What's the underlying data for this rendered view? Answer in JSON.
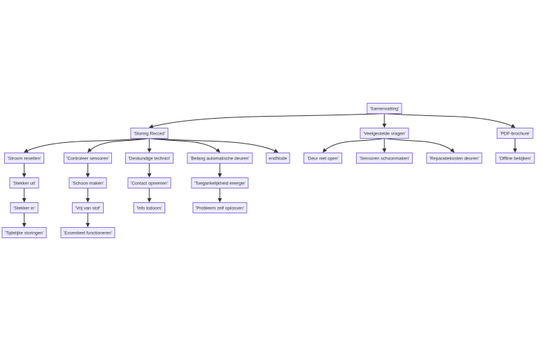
{
  "diagram": {
    "type": "flowchart-tree",
    "colors": {
      "node_fill": "#ececff",
      "node_border": "#9370db",
      "edge": "#333333",
      "text": "#333333"
    },
    "nodes": [
      {
        "id": "root",
        "label": "'Samenvatting'"
      },
      {
        "id": "storing",
        "label": "'Storing Record'"
      },
      {
        "id": "faq",
        "label": "'Veelgestelde vragen'"
      },
      {
        "id": "pdf",
        "label": "'PDF-brochure'"
      },
      {
        "id": "reset",
        "label": "'Stroom resetten'"
      },
      {
        "id": "sens",
        "label": "'Controleer sensoren'"
      },
      {
        "id": "tech",
        "label": "'Deskundige technici'"
      },
      {
        "id": "belang",
        "label": "'Belang automatische deuren'"
      },
      {
        "id": "end",
        "label": "endNode"
      },
      {
        "id": "deur",
        "label": "'Deur niet open'"
      },
      {
        "id": "schoon",
        "label": "'Sensoren schoonmaken'"
      },
      {
        "id": "rep",
        "label": "'Reparatiekosten deuren'"
      },
      {
        "id": "offline",
        "label": "'Offline bekijken'"
      },
      {
        "id": "uit",
        "label": "'Stekker uit'"
      },
      {
        "id": "maken",
        "label": "'Schoon maken'"
      },
      {
        "id": "contact",
        "label": "'Contact opnemen'"
      },
      {
        "id": "toeg",
        "label": "'Toegankelijkheid energie'"
      },
      {
        "id": "in",
        "label": "'Stekker in'"
      },
      {
        "id": "stof",
        "label": "'Vrij van stof'"
      },
      {
        "id": "info",
        "label": "'Info todoors'"
      },
      {
        "id": "prob",
        "label": "'Probleem zelf oplossen'"
      },
      {
        "id": "tijd",
        "label": "'Tijdelijke storingen'"
      },
      {
        "id": "ess",
        "label": "'Essentieel functioneren'"
      }
    ],
    "edges": [
      [
        "root",
        "storing"
      ],
      [
        "root",
        "faq"
      ],
      [
        "root",
        "pdf"
      ],
      [
        "storing",
        "reset"
      ],
      [
        "storing",
        "sens"
      ],
      [
        "storing",
        "tech"
      ],
      [
        "storing",
        "belang"
      ],
      [
        "storing",
        "end"
      ],
      [
        "faq",
        "deur"
      ],
      [
        "faq",
        "schoon"
      ],
      [
        "faq",
        "rep"
      ],
      [
        "pdf",
        "offline"
      ],
      [
        "reset",
        "uit"
      ],
      [
        "uit",
        "in"
      ],
      [
        "in",
        "tijd"
      ],
      [
        "sens",
        "maken"
      ],
      [
        "maken",
        "stof"
      ],
      [
        "stof",
        "ess"
      ],
      [
        "tech",
        "contact"
      ],
      [
        "contact",
        "info"
      ],
      [
        "belang",
        "toeg"
      ],
      [
        "toeg",
        "prob"
      ]
    ]
  }
}
